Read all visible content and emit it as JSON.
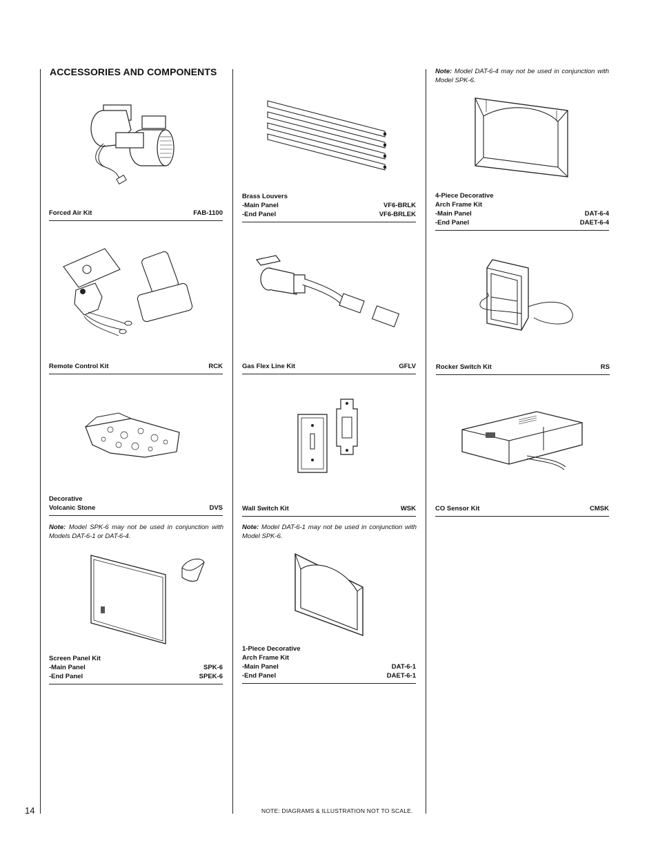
{
  "page": {
    "title": "ACCESSORIES AND COMPONENTS",
    "page_number": "14",
    "footer_note": "NOTE: DIAGRAMS & ILLUSTRATION NOT TO SCALE."
  },
  "notes": {
    "dat64": {
      "label": "Note:",
      "text": " Model DAT-6-4 may not be used in conjunction with Model SPK-6."
    },
    "spk6": {
      "label": "Note:",
      "text": " Model SPK-6 may not be used in conjunction with Models DAT-6-1 or DAT-6-4."
    },
    "dat61": {
      "label": "Note:",
      "text": " Model DAT-6-1 may not be used in conjunction with Model SPK-6."
    }
  },
  "items": {
    "forced_air": {
      "name": "Forced Air Kit",
      "code": "FAB-1100"
    },
    "brass_louvers": {
      "name": "Brass Louvers",
      "main_label": "-Main Panel",
      "main_code": "VF6-BRLK",
      "end_label": "-End Panel",
      "end_code": "VF6-BRLEK"
    },
    "arch4": {
      "line1": "4-Piece Decorative",
      "line2": "Arch Frame Kit",
      "main_label": "-Main Panel",
      "main_code": "DAT-6-4",
      "end_label": "-End Panel",
      "end_code": "DAET-6-4"
    },
    "remote": {
      "name": "Remote Control Kit",
      "code": "RCK"
    },
    "gas_flex": {
      "name": "Gas Flex Line Kit",
      "code": "GFLV"
    },
    "rocker": {
      "name": "Rocker Switch Kit",
      "code": "RS"
    },
    "volcanic": {
      "line1": "Decorative",
      "line2": "Volcanic Stone",
      "code": "DVS"
    },
    "wall_switch": {
      "name": "Wall Switch Kit",
      "code": "WSK"
    },
    "co_sensor": {
      "name": "CO Sensor Kit",
      "code": "CMSK"
    },
    "screen": {
      "name": "Screen Panel Kit",
      "main_label": "-Main Panel",
      "main_code": "SPK-6",
      "end_label": "-End Panel",
      "end_code": "SPEK-6"
    },
    "arch1": {
      "line1": "1-Piece Decorative",
      "line2": "Arch Frame Kit",
      "main_label": "-Main Panel",
      "main_code": "DAT-6-1",
      "end_label": "-End Panel",
      "end_code": "DAET-6-1"
    }
  }
}
